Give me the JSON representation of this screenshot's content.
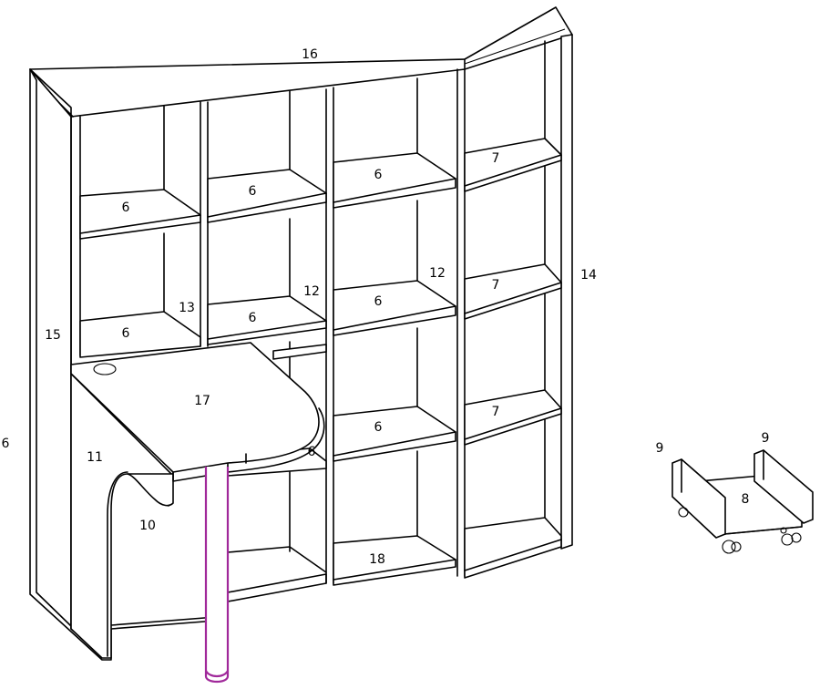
{
  "colors": {
    "line": "#000000",
    "leg": "#a0289a",
    "background": "#ffffff"
  },
  "parts": [
    {
      "id": "top-panel",
      "number": "16"
    },
    {
      "id": "right-side-panel",
      "number": "14"
    },
    {
      "id": "left-inner-side",
      "number": "15"
    },
    {
      "id": "left-outer-side",
      "number": "6"
    },
    {
      "id": "desk-top",
      "number": "17"
    },
    {
      "id": "desk-support",
      "number": "11"
    },
    {
      "id": "desk-bracket",
      "number": "10"
    },
    {
      "id": "bottom-shelf",
      "number": "18"
    },
    {
      "id": "divider-13",
      "number": "13"
    },
    {
      "id": "divider-12-left",
      "number": "12"
    },
    {
      "id": "divider-12-right",
      "number": "12"
    },
    {
      "id": "shelf-r1c1",
      "number": "6"
    },
    {
      "id": "shelf-r1c2",
      "number": "6"
    },
    {
      "id": "shelf-r1c3",
      "number": "6"
    },
    {
      "id": "shelf-r2c1",
      "number": "6"
    },
    {
      "id": "shelf-r2c2",
      "number": "6"
    },
    {
      "id": "shelf-r2c3",
      "number": "6"
    },
    {
      "id": "shelf-r3c3",
      "number": "6"
    },
    {
      "id": "shelf-small",
      "number": "6"
    },
    {
      "id": "corner-shelf-1",
      "number": "7"
    },
    {
      "id": "corner-shelf-2",
      "number": "7"
    },
    {
      "id": "corner-shelf-3",
      "number": "7"
    },
    {
      "id": "cpu-stand-base",
      "number": "8"
    },
    {
      "id": "cpu-stand-side-left",
      "number": "9"
    },
    {
      "id": "cpu-stand-side-right",
      "number": "9"
    }
  ]
}
